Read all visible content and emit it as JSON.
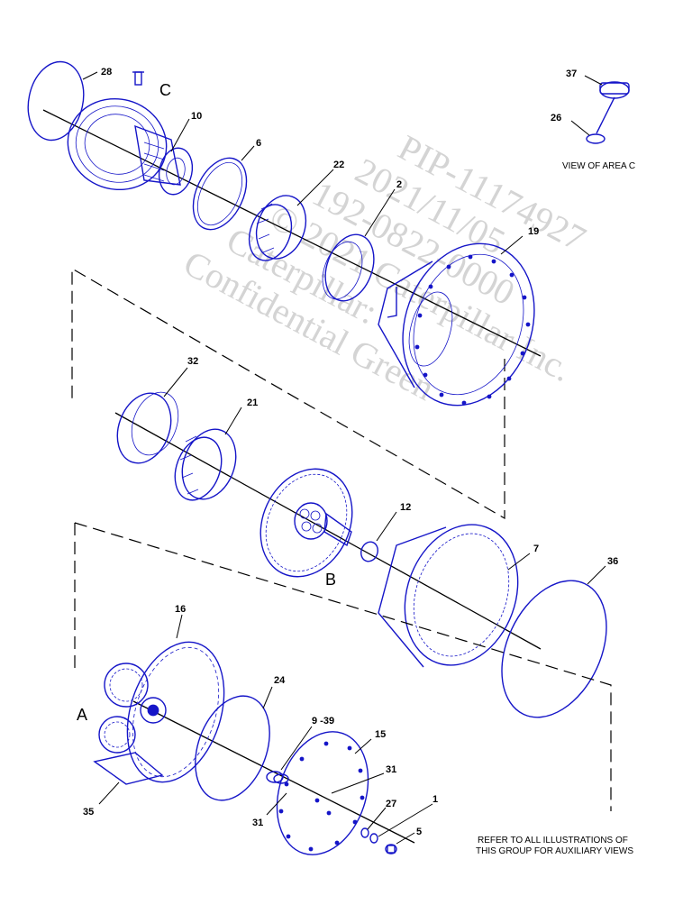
{
  "watermark": {
    "lines": [
      "PIP-11174927",
      "2021/11/05",
      "192-0822-0000",
      "© 2021 Caterpillar Inc.",
      "Caterpillar:",
      "Confidential Green"
    ]
  },
  "view_of_area": "VIEW OF AREA C",
  "note": {
    "line1": "REFER TO ALL ILLUSTRATIONS OF",
    "line2": "THIS GROUP FOR AUXILIARY VIEWS"
  },
  "area_labels": {
    "a": "A",
    "b": "B",
    "c": "C"
  },
  "callouts": {
    "c28": "28",
    "c10": "10",
    "c6": "6",
    "c22": "22",
    "c2": "2",
    "c19": "19",
    "c37": "37",
    "c26": "26",
    "c32": "32",
    "c21": "21",
    "c12": "12",
    "c7": "7",
    "c36": "36",
    "c16": "16",
    "c24": "24",
    "c9_39": "9 -39",
    "c15": "15",
    "c31a": "31",
    "c31b": "31",
    "c27": "27",
    "c1": "1",
    "c5": "5",
    "c35": "35"
  },
  "colors": {
    "line_art": "#1515c8",
    "leaders": "#000000",
    "watermark": "#d4d4d4"
  }
}
